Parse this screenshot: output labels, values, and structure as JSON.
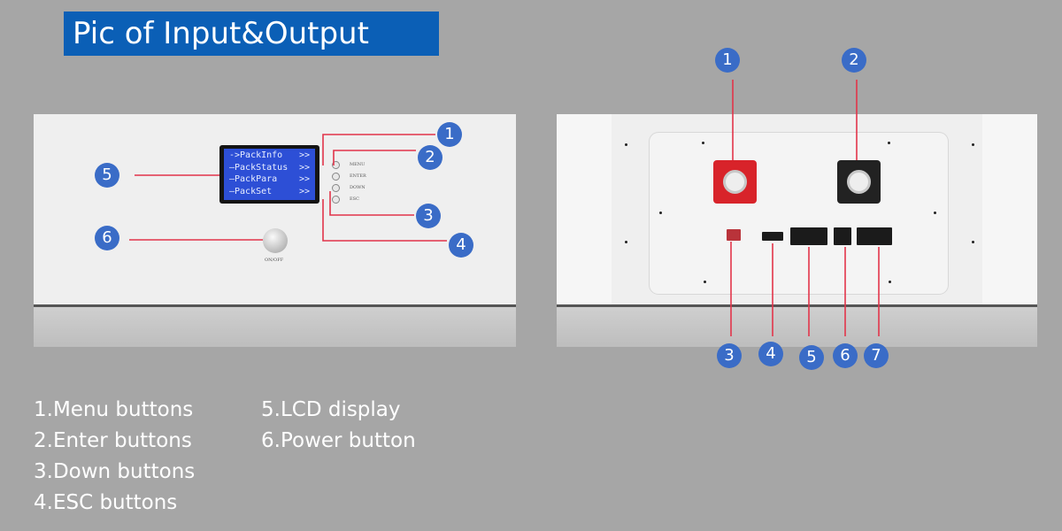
{
  "title": "Pic of Input&Output",
  "lcd": {
    "lines": [
      {
        "text": "->PackInfo",
        "arrow": ">>"
      },
      {
        "text": "—PackStatus",
        "arrow": ">>"
      },
      {
        "text": "—PackPara",
        "arrow": ">>"
      },
      {
        "text": "—PackSet",
        "arrow": ">>"
      }
    ]
  },
  "button_labels": [
    "MENU",
    "ENTER",
    "DOWN",
    "ESC"
  ],
  "knob_label": "ON/OFF",
  "left_badges": [
    "1",
    "2",
    "3",
    "4",
    "5",
    "6"
  ],
  "right_badges": [
    "1",
    "2",
    "3",
    "4",
    "5",
    "6",
    "7"
  ],
  "legend": {
    "col1": [
      "1.Menu buttons",
      "2.Enter buttons",
      "3.Down buttons",
      "4.ESC buttons"
    ],
    "col2": [
      "5.LCD display",
      "6.Power button"
    ]
  },
  "colors": {
    "title_bg": "#0b5fb6",
    "badge": "#3a6cc7",
    "leader_line": "#e2344a",
    "positive_terminal": "#d8232a",
    "negative_terminal": "#222222",
    "lcd_screen": "#2d4fd6",
    "background": "#a6a6a6"
  }
}
